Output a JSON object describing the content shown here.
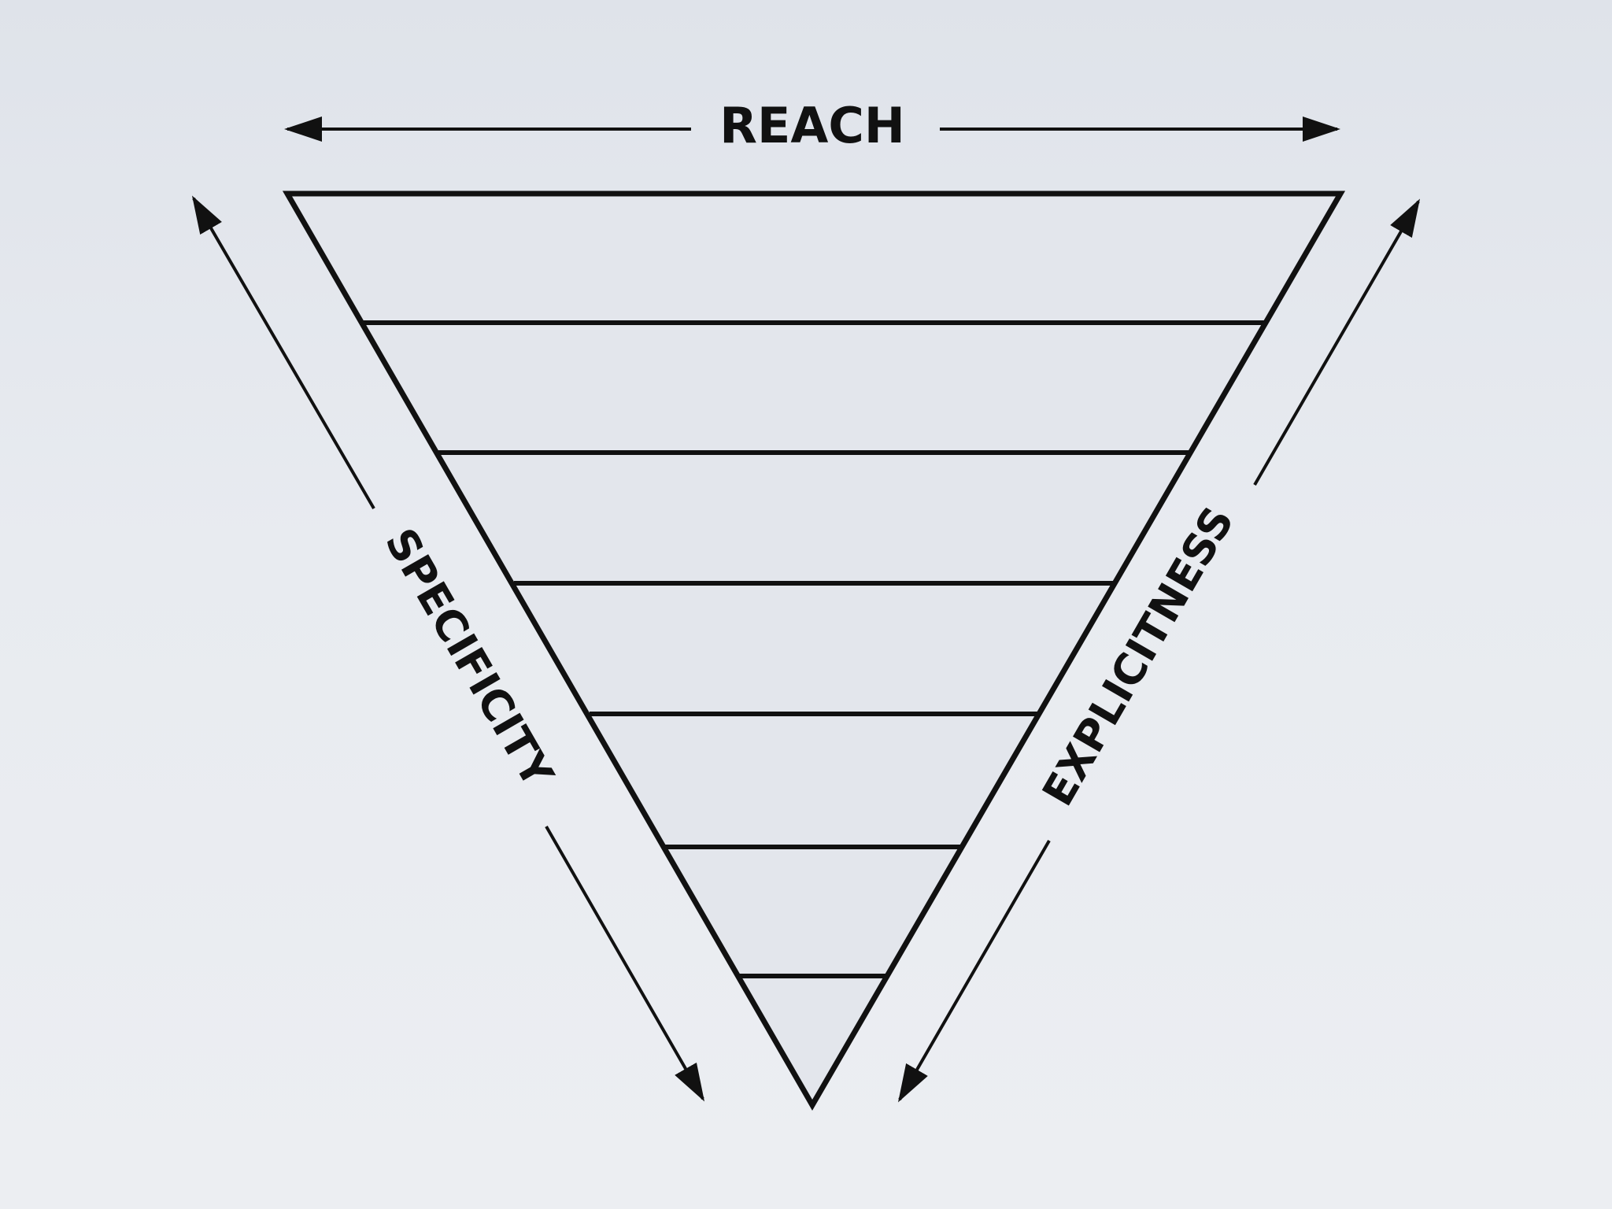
{
  "labels": {
    "top": "REACH",
    "left": "SPECIFICITY",
    "right": "EXPLICITNESS"
  },
  "layers": {
    "count": 7
  },
  "colors": {
    "stroke": "#111111",
    "fill": "#e3e6ec"
  }
}
